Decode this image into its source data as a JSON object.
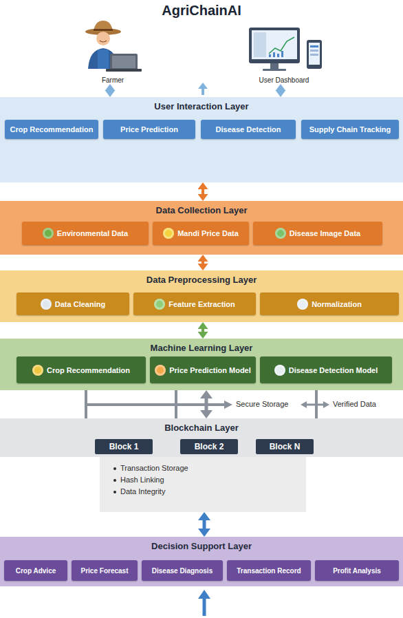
{
  "diagram": {
    "title": "AgriChainAI",
    "nodes": [
      {
        "text": [
          "Farmer"
        ]
      },
      {
        "text": [
          "User Dashboard"
        ]
      },
      {
        "text": [
          "User Interaction Layer"
        ]
      },
      {
        "text": [
          "Crop Recommendation"
        ],
        "in": 2
      },
      {
        "text": [
          "Price Prediction"
        ],
        "in": 2
      },
      {
        "text": [
          "Disease Detection"
        ],
        "in": 2
      },
      {
        "text": [
          "Supply Chain Tracking"
        ],
        "in": 2
      },
      {
        "text": [
          "Data Collection Layer"
        ]
      },
      {
        "text": [
          "Environmental Data"
        ],
        "in": 7
      },
      {
        "text": [
          "Mandi Price Data"
        ],
        "in": 7
      },
      {
        "text": [
          "Disease Image Data"
        ],
        "in": 7
      },
      {
        "text": [
          "Data Preprocessing Layer"
        ]
      },
      {
        "text": [
          "Data Cleaning"
        ],
        "in": 11
      },
      {
        "text": [
          "Feature Extraction"
        ],
        "in": 11
      },
      {
        "text": [
          "Normalization"
        ],
        "in": 11
      },
      {
        "text": [
          "Machine Learning Layer"
        ]
      },
      {
        "text": [
          "Crop Recommendation"
        ],
        "in": 15
      },
      {
        "text": [
          "Price Prediction Model"
        ],
        "in": 15
      },
      {
        "text": [
          "Disease Detection Model"
        ],
        "in": 15
      },
      {
        "text": [
          "Blockchain Layer"
        ]
      },
      {
        "text": [
          "Block 1"
        ],
        "in": 19
      },
      {
        "text": [
          "Block 2"
        ],
        "in": 19
      },
      {
        "text": [
          "Block N"
        ],
        "in": 19
      },
      {
        "text": [
          "Transaction Storage",
          "Hash Linking",
          "Data Integrity"
        ]
      },
      {
        "text": [
          "Decision Support Layer"
        ]
      },
      {
        "text": [
          "Crop Advice"
        ],
        "in": 24
      },
      {
        "text": [
          "Price Forecast"
        ],
        "in": 24
      },
      {
        "text": [
          "Disease Diagnosis"
        ],
        "in": 24
      },
      {
        "text": [
          "Transaction Record"
        ],
        "in": 24
      },
      {
        "text": [
          "Profit Analysis"
        ],
        "in": 24
      }
    ],
    "edges": [
      {
        "from": 0,
        "to": 2,
        "arrow": "both"
      },
      {
        "from": 1,
        "to": 2,
        "arrow": "both"
      },
      {
        "from": 2,
        "to": 7,
        "arrow": "both"
      },
      {
        "from": 7,
        "to": 11,
        "arrow": "both"
      },
      {
        "from": 11,
        "to": 15,
        "arrow": "both"
      },
      {
        "from": 19,
        "to": 16,
        "arrow": "to"
      },
      {
        "from": 19,
        "to": 17,
        "arrow": "to"
      },
      {
        "from": 15,
        "to": 19,
        "arrow": "both"
      },
      {
        "from": 19,
        "to": 18,
        "arrow": "to"
      },
      {
        "from": 23,
        "to": 24,
        "arrow": "both"
      },
      {
        "from": 20,
        "to": 21,
        "arrow": "to"
      },
      {
        "from": 21,
        "to": 22,
        "arrow": "to"
      }
    ],
    "labels": [
      "Secure Storage",
      "Verified Data"
    ]
  }
}
